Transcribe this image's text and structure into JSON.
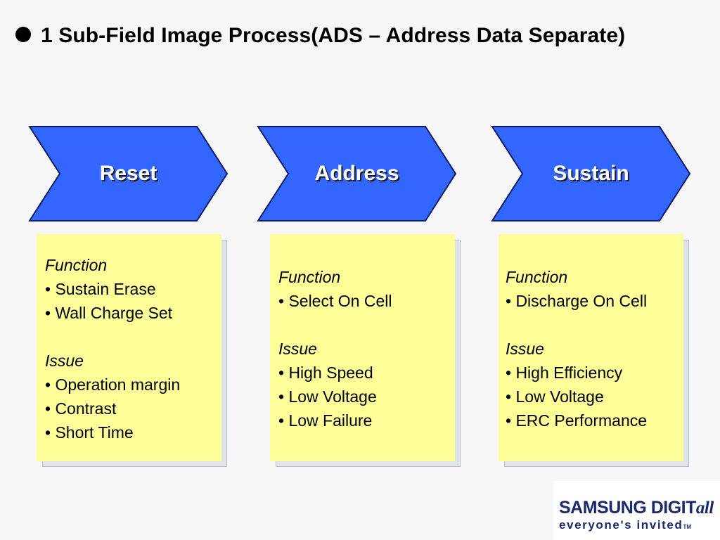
{
  "title": {
    "text": "1 Sub-Field  Image Process(ADS – Address Data Separate)"
  },
  "stages": [
    {
      "name": "Reset",
      "function_heading": "Function",
      "functions": [
        "• Sustain Erase",
        "• Wall Charge Set"
      ],
      "issue_heading": "Issue",
      "issues": [
        "• Operation margin",
        "• Contrast",
        "• Short Time"
      ]
    },
    {
      "name": "Address",
      "function_heading": "Function",
      "functions": [
        "• Select On Cell"
      ],
      "issue_heading": "Issue",
      "issues": [
        "• High Speed",
        "• Low Voltage",
        "• Low Failure"
      ]
    },
    {
      "name": "Sustain",
      "function_heading": "Function",
      "functions": [
        "• Discharge On Cell"
      ],
      "issue_heading": "Issue",
      "issues": [
        "• High Efficiency",
        "• Low Voltage",
        "• ERC Performance"
      ]
    }
  ],
  "logo": {
    "brand": "SAMSUNG DIGIT",
    "brand_suffix": "all",
    "tagline": "everyone's invited",
    "trademark": "TM"
  },
  "colors": {
    "chevron_fill": "#3366ff",
    "card_fill": "#ffff99",
    "logo_blue": "#1b2a6b"
  }
}
